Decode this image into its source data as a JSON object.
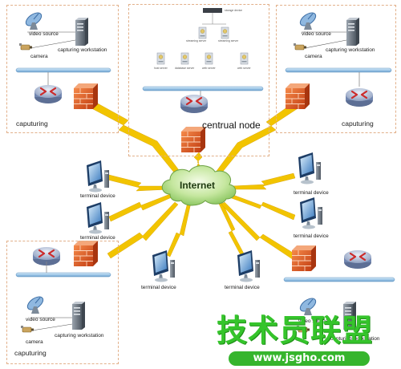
{
  "capture_sites": {
    "capturing_label": "caputuring",
    "video_source_label": "video source",
    "camera_label": "camera",
    "workstation_label": "capturing workstation"
  },
  "central": {
    "node_label": "centrual node",
    "storage_device_label": "storage device",
    "server_labels": [
      "streaming server",
      "streaming server",
      "host server",
      "database server",
      "web server",
      "web server"
    ]
  },
  "internet_label": "Internet",
  "terminal_device_label": "terminal device",
  "watermark": {
    "brand_chinese": "技术员联盟",
    "url": "www.jsgho.com"
  },
  "colors": {
    "lightning": "#f2c400",
    "backbone": "#9fc8e8",
    "firewall": "#e0541f",
    "router": "#6e86b0",
    "cloud": "#b8e090",
    "site_border": "#e2b08a",
    "watermark_green": "#35c42b"
  }
}
